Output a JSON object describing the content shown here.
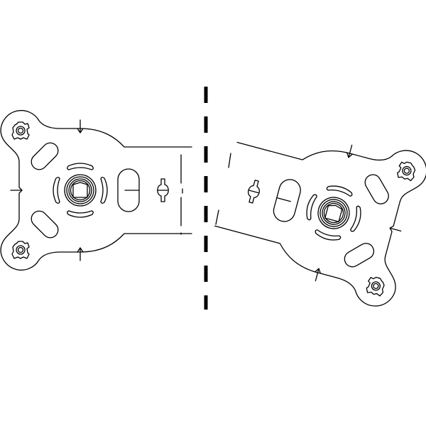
{
  "diagram": {
    "stroke_color": "#000000",
    "background": "#ffffff",
    "parts": [
      "plate-left",
      "plate-right"
    ],
    "separator": "dashed-center-line"
  }
}
